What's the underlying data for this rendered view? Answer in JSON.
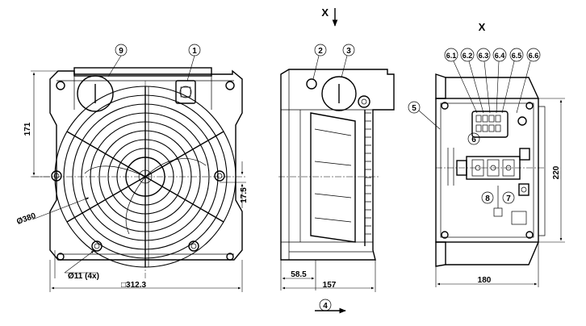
{
  "view_label_top": "X",
  "view_label_right": "X",
  "callouts": {
    "c1": "1",
    "c2": "2",
    "c3": "3",
    "c4": "4",
    "c5": "5",
    "c6": "6",
    "c7": "7",
    "c8": "8",
    "c9": "9",
    "c61": "6.1",
    "c62": "6.2",
    "c63": "6.3",
    "c64": "6.4",
    "c65": "6.5",
    "c66": "6.6"
  },
  "dimensions": {
    "d171": "171",
    "d175": "17.5",
    "d380": "Ø380",
    "d11": "Ø11 (4x)",
    "d3123": "□312.3",
    "d585": "58.5",
    "d157": "157",
    "d220": "220",
    "d180": "180"
  }
}
